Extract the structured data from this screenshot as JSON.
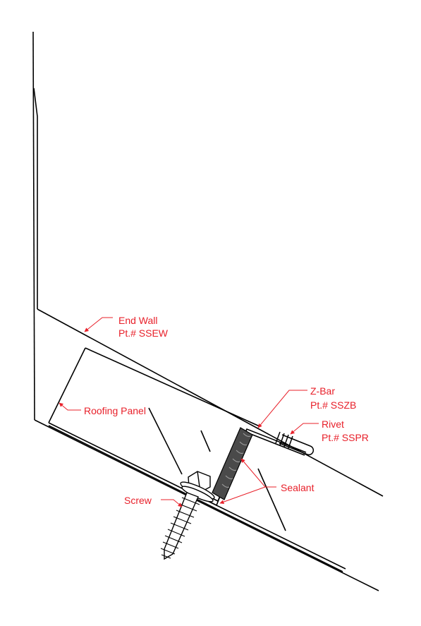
{
  "labels": {
    "end_wall": {
      "name": "End Wall",
      "part": "Pt.# SSEW"
    },
    "z_bar": {
      "name": "Z-Bar",
      "part": "Pt.# SSZB"
    },
    "rivet": {
      "name": "Rivet",
      "part": "Pt.# SSPR"
    },
    "roofing_panel": {
      "name": "Roofing Panel"
    },
    "sealant": {
      "name": "Sealant"
    },
    "screw": {
      "name": "Screw"
    }
  },
  "colors": {
    "line": "#000000",
    "label": "#e8202a",
    "sealant_fill": "#4a4a4a"
  }
}
